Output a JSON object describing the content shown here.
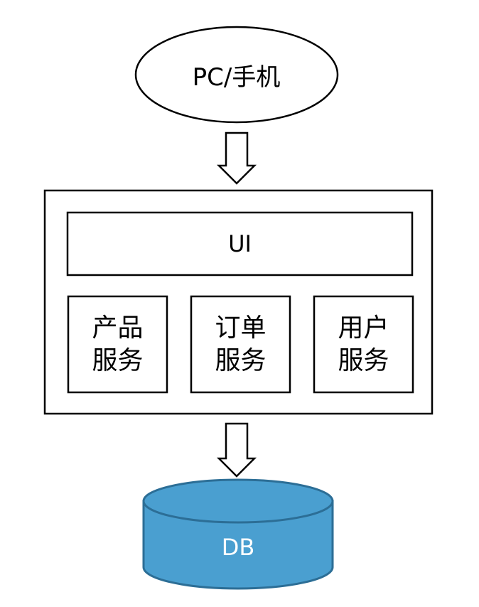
{
  "client": {
    "label": "PC/手机"
  },
  "ui_layer": {
    "label": "UI"
  },
  "services": [
    {
      "label": "产品\n服务"
    },
    {
      "label": "订单\n服务"
    },
    {
      "label": "用户\n服务"
    }
  ],
  "database": {
    "label": "DB"
  },
  "colors": {
    "db_fill": "#4a9fd0",
    "db_stroke": "#2c6e96",
    "stroke": "#000000"
  }
}
